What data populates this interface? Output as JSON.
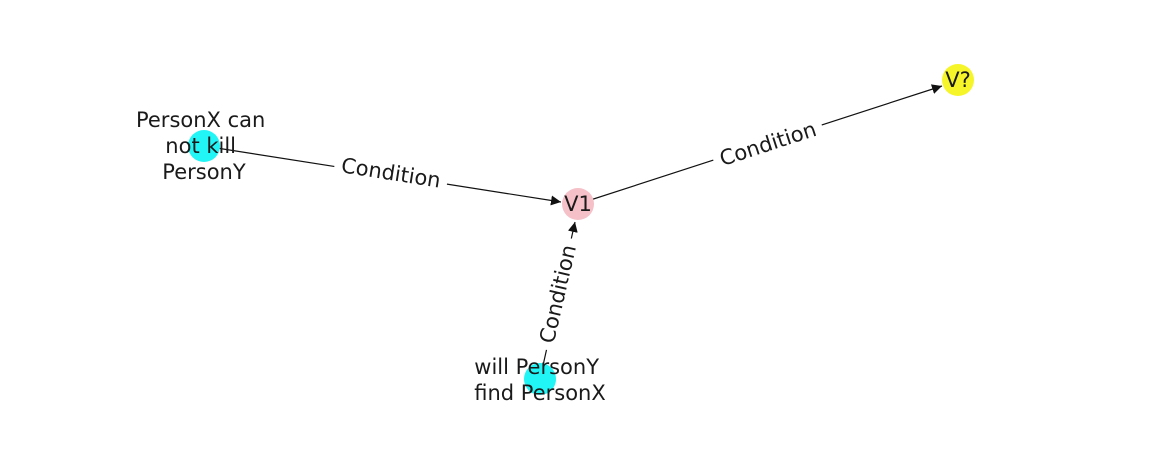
{
  "diagram": {
    "nodes": [
      {
        "id": "n1",
        "lines": [
          "PersonX can",
          "not kill",
          "PersonY"
        ],
        "color": "#22f5f5"
      },
      {
        "id": "v1",
        "lines": [
          "V1"
        ],
        "color": "#f5c0c8"
      },
      {
        "id": "n3",
        "lines": [
          "will PersonY",
          "find PersonX"
        ],
        "color": "#22f5f5"
      },
      {
        "id": "vq",
        "lines": [
          "V?"
        ],
        "color": "#f5f52a"
      }
    ],
    "edges": [
      {
        "from": "n1",
        "to": "v1",
        "label": "Condition"
      },
      {
        "from": "n3",
        "to": "v1",
        "label": "Condition"
      },
      {
        "from": "v1",
        "to": "vq",
        "label": "Condition"
      }
    ]
  }
}
